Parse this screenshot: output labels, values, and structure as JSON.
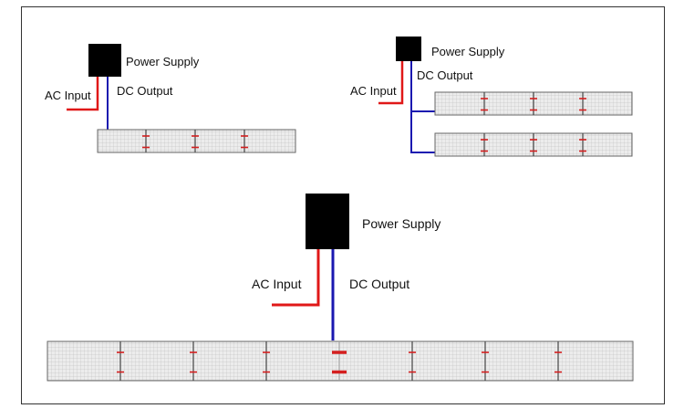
{
  "diagrams": [
    {
      "name": "single-strip",
      "power_supply_label": "Power Supply",
      "ac_label": "AC Input",
      "dc_label": "DC Output",
      "strip_count": 1,
      "cut_marks_per_strip": 3
    },
    {
      "name": "parallel-two-strips",
      "power_supply_label": "Power Supply",
      "ac_label": "AC Input",
      "dc_label": "DC Output",
      "strip_count": 2,
      "cut_marks_per_strip": 3
    },
    {
      "name": "center-feed-long-strip",
      "power_supply_label": "Power Supply",
      "ac_label": "AC Input",
      "dc_label": "DC Output",
      "strip_count": 1,
      "cut_marks_per_strip": 7
    }
  ],
  "colors": {
    "ac_wire": "#e01818",
    "dc_wire": "#1a18b0",
    "power_supply": "#000000",
    "strip_fill": "#e6e6e6",
    "cut_mark": "#d42020"
  }
}
